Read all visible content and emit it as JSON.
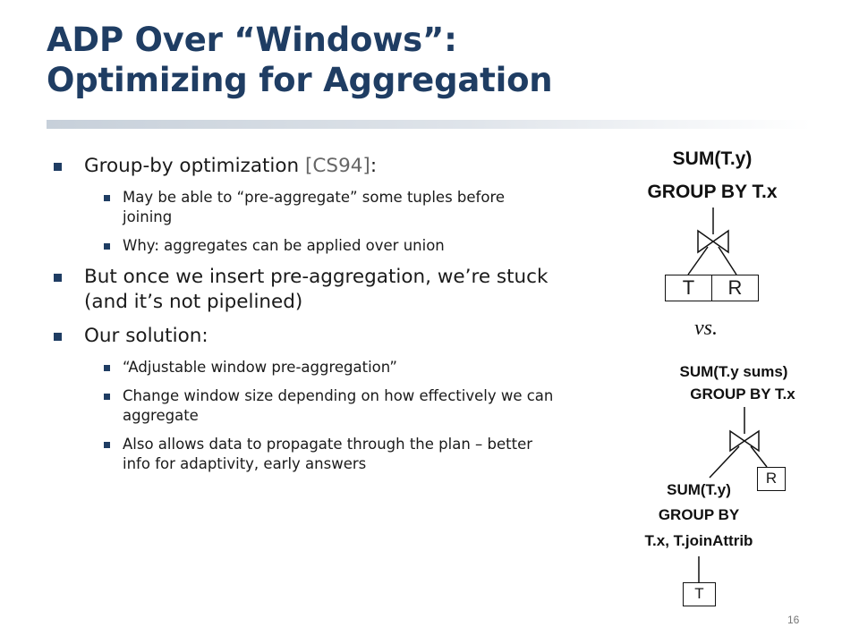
{
  "slide": {
    "title_line1": "ADP Over “Windows”:",
    "title_line2": "Optimizing for Aggregation",
    "page_number": "16"
  },
  "bullets": {
    "b1_text": "Group-by optimization ",
    "b1_cite": "[CS94]",
    "b1_colon": ":",
    "b1_sub1": "May be able to “pre-aggregate” some tuples before joining",
    "b1_sub2": "Why:  aggregates can be applied over union",
    "b2_text": "But once we insert pre-aggregation, we’re stuck (and it’s not pipelined)",
    "b3_text": "Our solution:",
    "b3_sub1": "“Adjustable window pre-aggregation”",
    "b3_sub2": "Change window size depending on how effectively we can aggregate",
    "b3_sub3": "Also allows data to propagate through the plan – better info for adaptivity, early answers"
  },
  "diagram": {
    "top_agg_line1": "SUM(T.y)",
    "top_agg_line2": "GROUP BY T.x",
    "top_left_box": "T",
    "top_right_box": "R",
    "vs_label": "vs.",
    "bottom_agg_line1": "SUM(T.y sums)",
    "bottom_agg_line2": "GROUP BY T.x",
    "bottom_right_box": "R",
    "pre_agg_line1": "SUM(T.y)",
    "pre_agg_line2": "GROUP BY",
    "pre_agg_line3": "T.x, T.joinAttrib",
    "bottom_left_box": "T"
  }
}
